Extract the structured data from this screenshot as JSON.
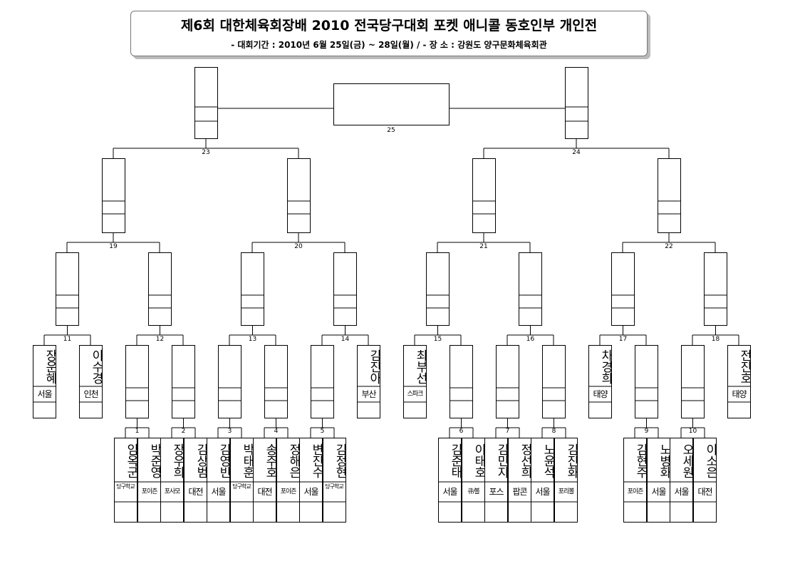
{
  "title": "제6회 대한체육회장배 2010 전국당구대회 포켓 애니콜 동호인부 개인전",
  "subtitle": "- 대회기간 : 2010년 6월 25일(금) ~ 28일(월) / - 장 소 : 강원도 양구문화체육회관",
  "match_numbers": [
    "1",
    "2",
    "3",
    "4",
    "5",
    "6",
    "7",
    "8",
    "9",
    "10",
    "11",
    "12",
    "13",
    "14",
    "15",
    "16",
    "17",
    "18",
    "19",
    "20",
    "21",
    "22",
    "23",
    "24",
    "25"
  ],
  "players": [
    {
      "name": "장운혜",
      "team": "서울"
    },
    {
      "name": "이수경",
      "team": "인천"
    },
    {
      "name": "김진아",
      "team": "부산"
    },
    {
      "name": "최부선",
      "team": "스파크"
    },
    {
      "name": "차경희",
      "team": "태양"
    },
    {
      "name": "전진호",
      "team": "태양"
    },
    {
      "name": "임옥군",
      "team": "당구학교"
    },
    {
      "name": "박준영",
      "team": "포이즌"
    },
    {
      "name": "장우희",
      "team": "포사모"
    },
    {
      "name": "김상범",
      "team": "대전"
    },
    {
      "name": "김영빈",
      "team": "서울"
    },
    {
      "name": "박태훈",
      "team": "당구학교"
    },
    {
      "name": "송주호",
      "team": "대전"
    },
    {
      "name": "정해은",
      "team": "포이즌"
    },
    {
      "name": "변진수",
      "team": "서울"
    },
    {
      "name": "김정현",
      "team": "당구학교"
    },
    {
      "name": "김준태",
      "team": "서울"
    },
    {
      "name": "이태호",
      "team": "큐/볼"
    },
    {
      "name": "김민지",
      "team": "포스"
    },
    {
      "name": "정선희",
      "team": "팝콘"
    },
    {
      "name": "노윤석",
      "team": "서울"
    },
    {
      "name": "김진화",
      "team": "포리볼"
    },
    {
      "name": "김현주",
      "team": "포이즌"
    },
    {
      "name": "노병화",
      "team": "서울"
    },
    {
      "name": "오세원",
      "team": "서울"
    },
    {
      "name": "이소은",
      "team": "대전"
    }
  ]
}
